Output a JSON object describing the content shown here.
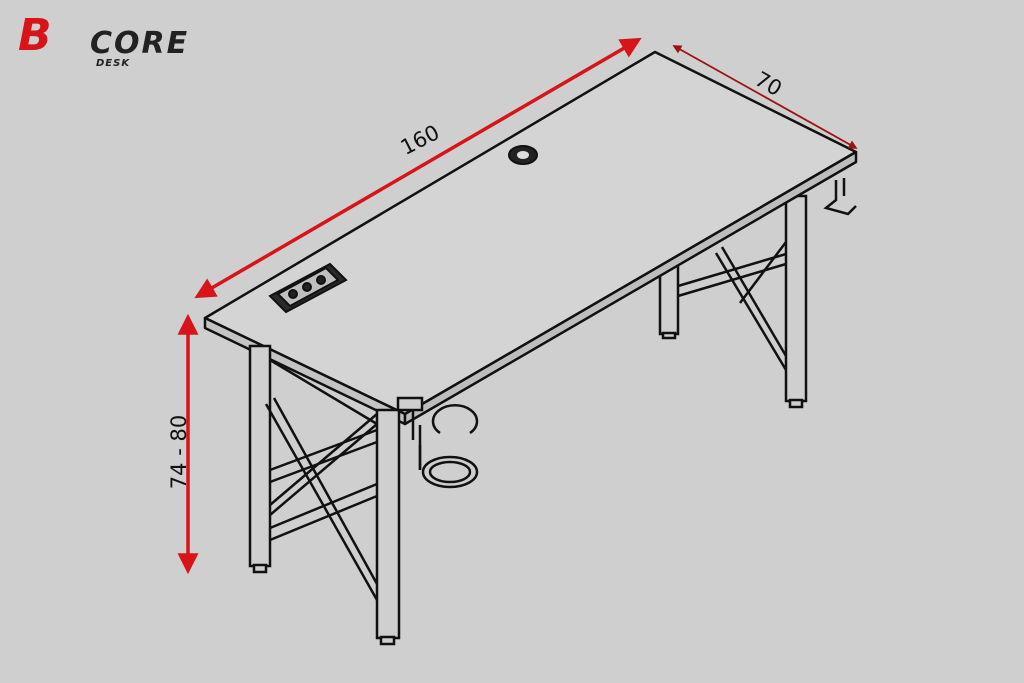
{
  "logo": {
    "brand_mark": "B",
    "brand_word": "CORE",
    "sub": "DESK"
  },
  "dimensions": {
    "length": "160",
    "width": "70",
    "height": "74 - 80"
  },
  "colors": {
    "background": "#cfcfcf",
    "desk_fill": "#d4d4d4",
    "outline": "#111111",
    "dimension_red": "#d7141a",
    "dimension_dark_red": "#9a1414",
    "logo_red": "#d7141a"
  }
}
